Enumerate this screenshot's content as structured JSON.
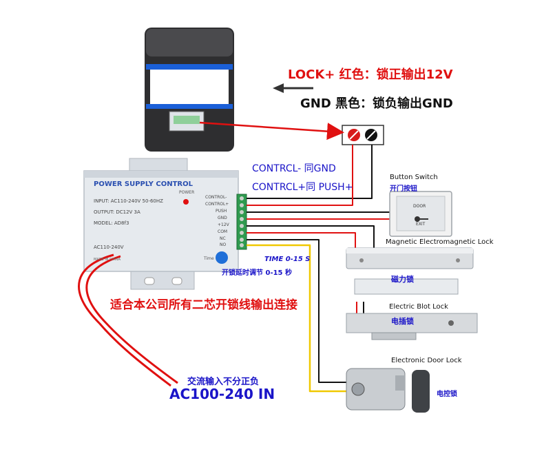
{
  "lock_label": "LOCK+ 红色：锁正输出12V",
  "gnd_label": "GND 黑色：锁负输出GND",
  "control_minus_label": "CONTRCL- 同GND",
  "control_plus_label": "CONTRCL+同 PUSH+",
  "psu": {
    "title": "POWER SUPPLY CONTROL",
    "power_label": "POWER",
    "input": "INPUT:  AC110-240V  50-60HZ",
    "output": "OUTPUT:  DC12V  3A",
    "model": "MODEL:  AD8f3",
    "ac_label": "AC110-240V",
    "made_in": "MADE IN CHINA",
    "time_label": "Time",
    "terminals": [
      "CONTROL-",
      "CONTROL+",
      "PUSH",
      "GND",
      "+12V",
      "COM",
      "NC",
      "NO"
    ]
  },
  "time_note_en": "TIME 0-15 S",
  "time_note_cn": "开锁延时调节 0-15 秒",
  "button_switch_en": "Button Switch",
  "button_switch_cn": "开门按钮",
  "exit_plate_top": "DOOR",
  "exit_plate_bottom": "EXIT",
  "maglock_en": "Magnetic Electromagnetic Lock",
  "maglock_cn": "磁力锁",
  "bolt_en": "Electric Blot Lock",
  "bolt_cn": "电插锁",
  "door_lock_en": "Electronic Door Lock",
  "door_lock_cn": "电控锁",
  "compatibility_note": "适合本公司所有二芯开锁线输出连接",
  "ac_input_cn": "交流输入不分正负",
  "ac_input_en": "AC100-240 IN",
  "colors": {
    "red": "#e01010",
    "blue": "#1a14c8",
    "black": "#111111",
    "yellow": "#f0c800"
  }
}
